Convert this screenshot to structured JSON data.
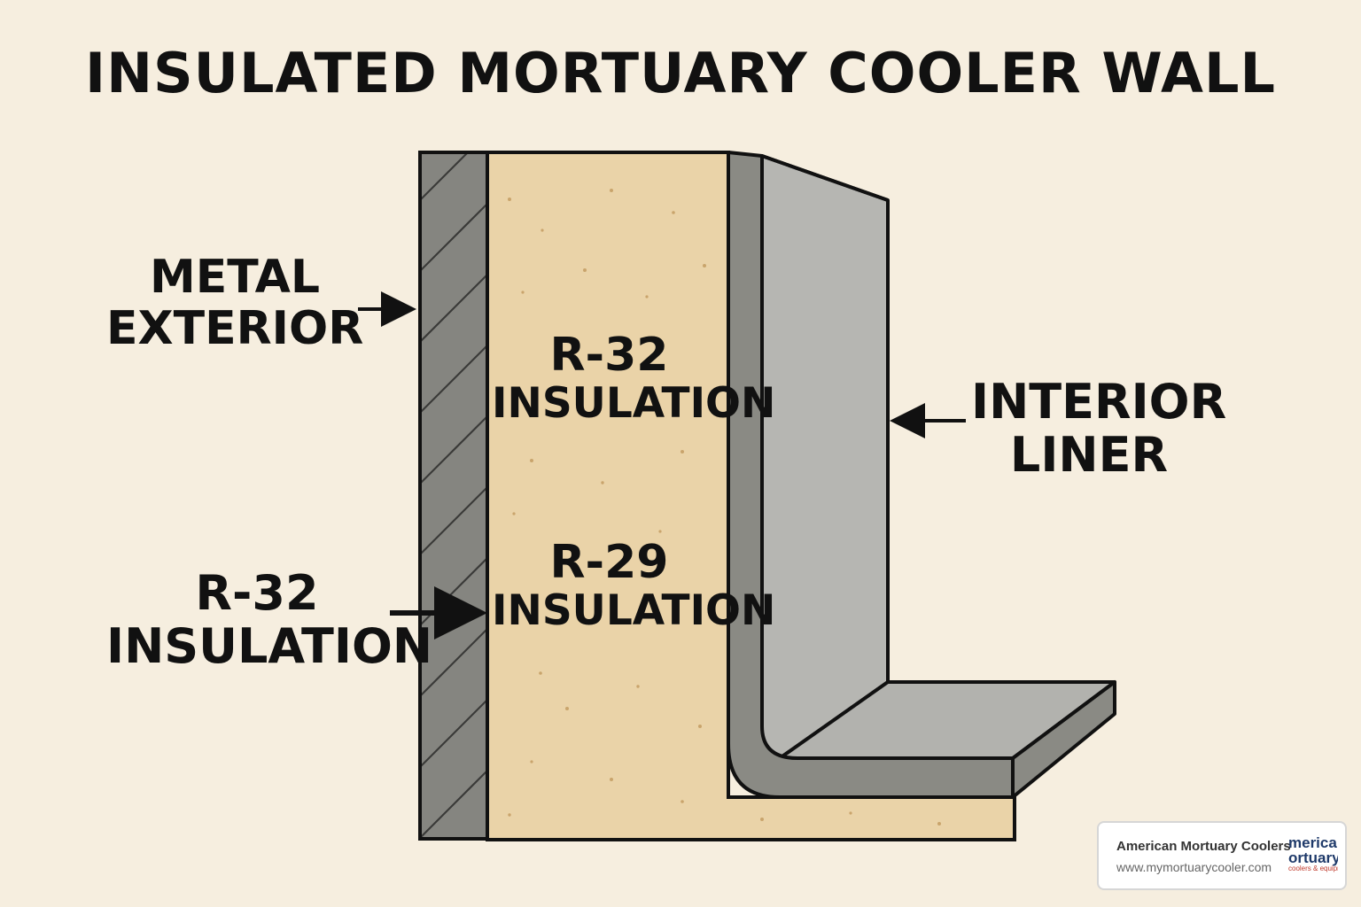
{
  "title": "INSULATED MORTUARY COOLER WALL",
  "labels": {
    "metal_exterior": [
      "METAL",
      "EXTERIOR"
    ],
    "interior_liner": [
      "INTERIOR",
      "LINER"
    ],
    "outer_insulation": [
      "R-32",
      "INSULATION"
    ],
    "insulation_top": [
      "R-32",
      "INSULATION"
    ],
    "insulation_bottom": [
      "R-29",
      "INSULATION"
    ]
  },
  "badge": {
    "company": "American Mortuary Coolers",
    "url": "www.mymortuarycooler.com",
    "logo_line1": "merican",
    "logo_line2": "ortuary",
    "logo_line3": "coolers & equipment"
  },
  "colors": {
    "background": "#f6eedf",
    "metal": "#858580",
    "insulation": "#ead3a8",
    "liner_face": "#b6b6b2",
    "liner_edge": "#8a8a84",
    "outline": "#111111"
  }
}
